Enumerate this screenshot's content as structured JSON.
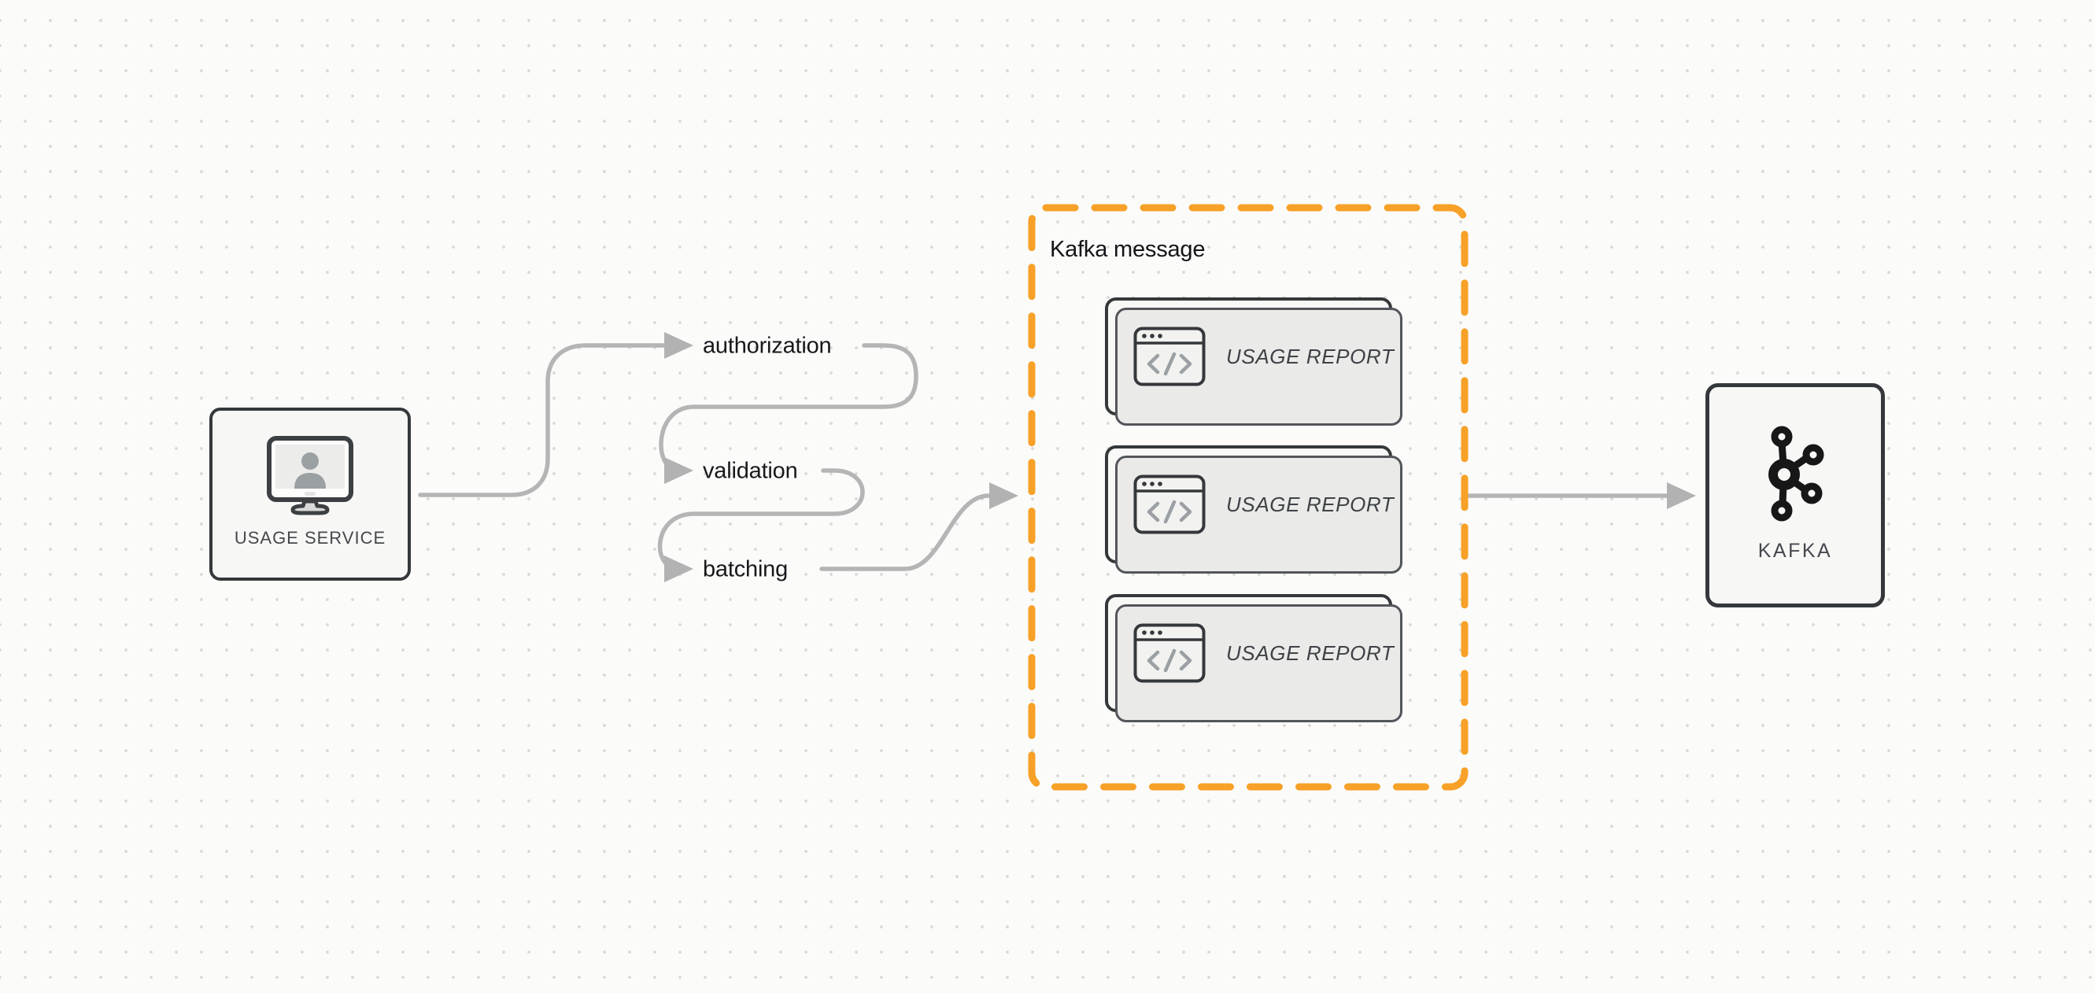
{
  "diagram": {
    "usage_service": {
      "label": "USAGE SERVICE",
      "icon": "monitor-user-icon"
    },
    "pipeline_steps": [
      {
        "label": "authorization"
      },
      {
        "label": "validation"
      },
      {
        "label": "batching"
      }
    ],
    "kafka_message_group": {
      "title": "Kafka message",
      "cards": [
        {
          "label": "USAGE REPORT",
          "icon": "code-window-icon"
        },
        {
          "label": "USAGE REPORT",
          "icon": "code-window-icon"
        },
        {
          "label": "USAGE REPORT",
          "icon": "code-window-icon"
        }
      ]
    },
    "kafka": {
      "label": "KAFKA",
      "icon": "kafka-logo-icon"
    },
    "colors": {
      "canvas_background": "#fbfbfa",
      "dot_grid": "#d9d9d8",
      "connector_gray": "#b5b5b5",
      "node_border_dark": "#35383b",
      "node_fill": "#f7f7f6",
      "group_border_orange": "#f7a128",
      "label_text": "#17181b",
      "node_label_text": "#45484c"
    }
  }
}
